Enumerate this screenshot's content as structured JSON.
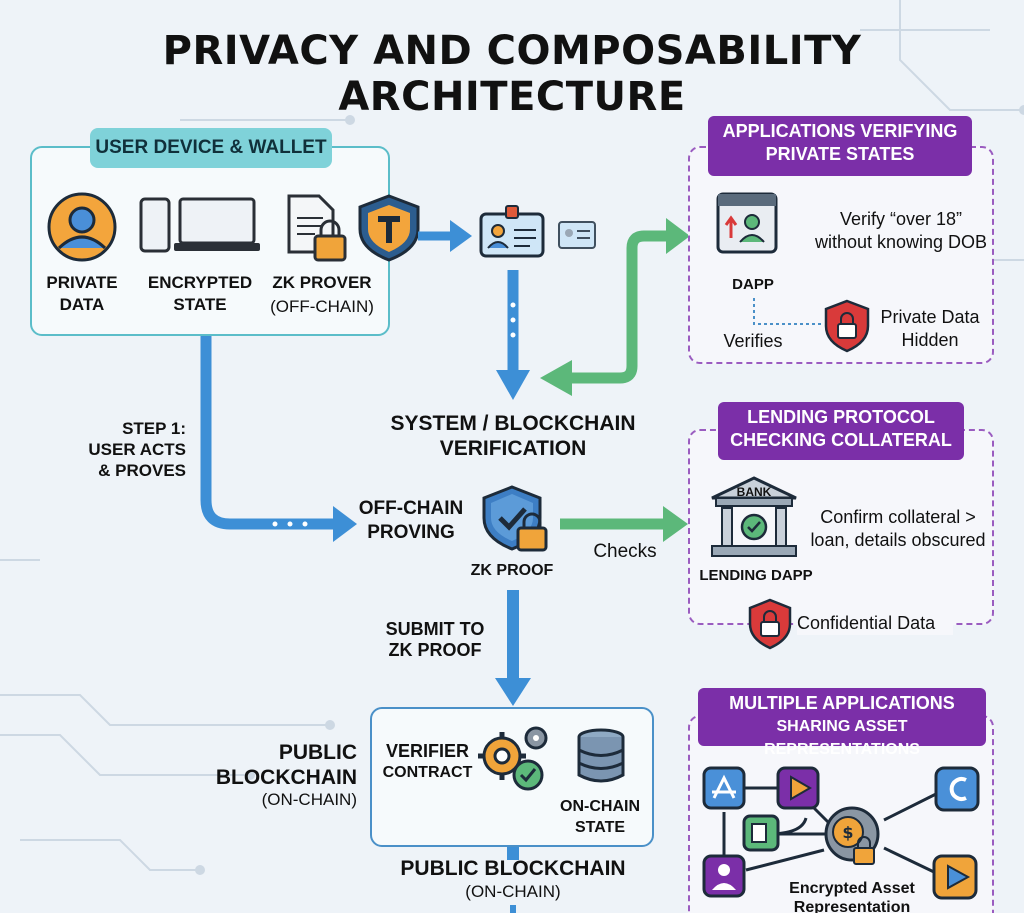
{
  "title": "PRIVACY AND COMPOSABILITY ARCHITECTURE",
  "user_device": {
    "header": "USER DEVICE & WALLET",
    "private_data": [
      "PRIVATE",
      "DATA"
    ],
    "encrypted_state": [
      "ENCRYPTED",
      "STATE"
    ],
    "zk_prover": "ZK PROVER",
    "zk_prover_sub": "(OFF-CHAIN)"
  },
  "step1": [
    "STEP 1:",
    "USER ACTS",
    "& PROVES"
  ],
  "system_verification": [
    "SYSTEM / BLOCKCHAIN",
    "VERIFICATION"
  ],
  "offchain_proving": [
    "OFF-CHAIN",
    "PROVING"
  ],
  "zk_proof": "ZK PROOF",
  "checks": "Checks",
  "submit": [
    "SUBMIT TO",
    "ZK PROOF"
  ],
  "public_blockchain_left": [
    "PUBLIC",
    "BLOCKCHAIN"
  ],
  "public_blockchain_left_sub": "(ON-CHAIN)",
  "verifier_contract": [
    "VERIFIER",
    "CONTRACT"
  ],
  "onchain_state": [
    "ON-CHAIN",
    "STATE"
  ],
  "public_blockchain_bottom": "PUBLIC BLOCKCHAIN",
  "public_blockchain_bottom_sub": "(ON-CHAIN)",
  "apps_verifying": {
    "header": [
      "APPLICATIONS VERIFYING",
      "PRIVATE STATES"
    ],
    "desc": [
      "Verify “over 18”",
      "without knowing DOB"
    ],
    "dapp": "DAPP",
    "verifies": "Verifies",
    "hidden": [
      "Private Data",
      "Hidden"
    ]
  },
  "lending": {
    "header": [
      "LENDING PROTOCOL",
      "CHECKING COLLATERAL"
    ],
    "bank": "BANK",
    "desc": [
      "Confirm collateral >",
      "loan, details obscured"
    ],
    "dapp": "LENDING DAPP",
    "confidential": "Confidential Data"
  },
  "multiple": {
    "header": [
      "MULTIPLE APPLICATIONS",
      "SHARING ASSET REPRESENTATIONS"
    ],
    "encrypted_asset": [
      "Encrypted Asset",
      "Representation"
    ]
  },
  "colors": {
    "teal": "#5bbdc9",
    "blue_arrow": "#3d8fd6",
    "green_arrow": "#5cb87a",
    "purple": "#7b2fa8",
    "orange": "#f0a43a",
    "red_shield": "#d93a3a"
  }
}
